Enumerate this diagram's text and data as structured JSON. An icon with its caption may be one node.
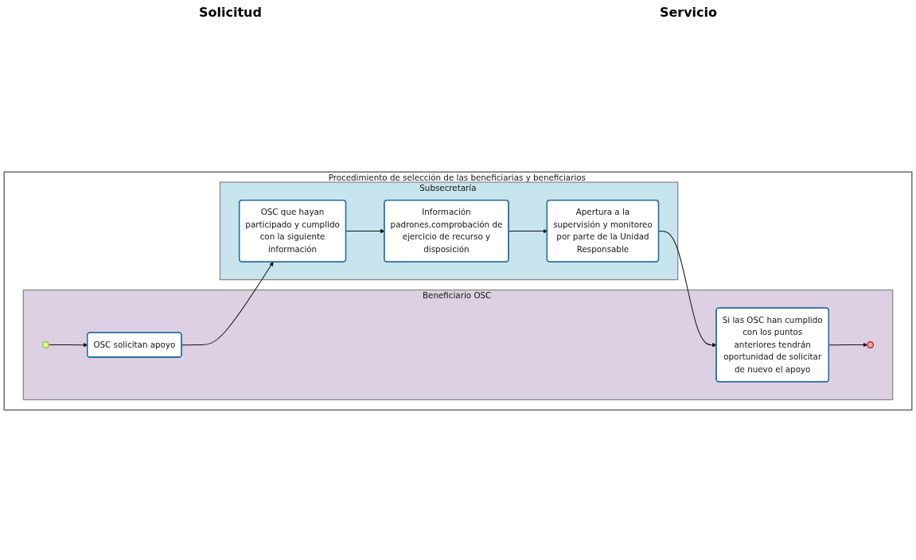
{
  "diagram": {
    "nodes": [
      {
        "text": [
          "Procedimiento de selección de las beneficiarias y beneficiarios"
        ]
      },
      {
        "text": [
          "Beneficiario OSC"
        ],
        "in": 0
      },
      {
        "text": [
          "Subsecretaría"
        ],
        "in": 0
      },
      {
        "text": [],
        "shape": "circle",
        "in": 1
      },
      {
        "text": [
          "OSC solicitan apoyo"
        ],
        "in": 1
      },
      {
        "text": [
          "Si las OSC han cumplido con los puntos anteriores tendrán oportunidad de solicitar de nuevo el apoyo"
        ],
        "in": 1
      },
      {
        "text": [],
        "shape": "circle",
        "in": 1
      },
      {
        "text": [
          "OSC que hayan participado y cumplido con la siguiente información"
        ],
        "in": 2
      },
      {
        "text": [
          "Información padrones,comprobación de ejercicio de recurso y disposición"
        ],
        "in": 2
      },
      {
        "text": [
          "Apertura a la supervisión y monitoreo por parte de la Unidad Responsable"
        ],
        "in": 2
      }
    ],
    "edges": [
      {
        "from": 3,
        "to": 4,
        "arrow": "to"
      },
      {
        "from": 4,
        "to": 7,
        "arrow": "to"
      },
      {
        "from": 7,
        "to": 8,
        "arrow": "to"
      },
      {
        "from": 8,
        "to": 9,
        "arrow": "to"
      },
      {
        "from": 9,
        "to": 5,
        "arrow": "to"
      },
      {
        "from": 5,
        "to": 6,
        "arrow": "to"
      }
    ],
    "labels": [
      "Solicitud",
      "Servicio"
    ]
  }
}
